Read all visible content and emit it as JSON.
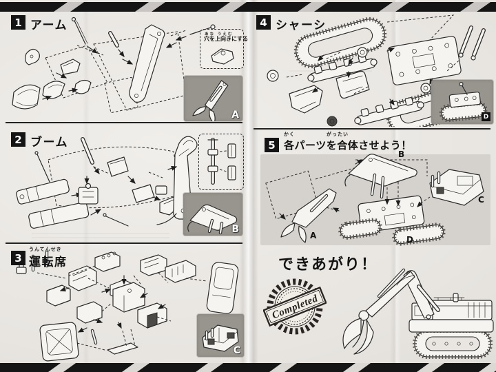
{
  "colors": {
    "stripe": "#151515",
    "stripe_gap_top": "#c8c5c2",
    "stripe_gap_bottom": "#dcd9d5",
    "paper": "#e8e5e1",
    "result_box": "#98948e",
    "step5_panel": "#d5d2ce"
  },
  "sections": {
    "s1": {
      "num": "1",
      "title": "アーム",
      "note_furigana": "あな うえむ",
      "note_text": "穴を上向きにする",
      "result_label": "A"
    },
    "s2": {
      "num": "2",
      "title": "ブーム",
      "result_label": "B"
    },
    "s3": {
      "num": "3",
      "furigana": "うんてんせき",
      "title": "運転席",
      "result_label": "C"
    },
    "s4": {
      "num": "4",
      "title": "シャーシ",
      "result_label": "D"
    },
    "s5": {
      "num": "5",
      "furigana_kaku": "かく",
      "furigana_gattai": "がったい",
      "title": "各パーツを合体させよう！",
      "label_a": "A",
      "label_b": "B",
      "label_c": "C",
      "label_d": "D"
    }
  },
  "completion": {
    "headline": "できあがり！",
    "stamp_text": "Completed"
  }
}
